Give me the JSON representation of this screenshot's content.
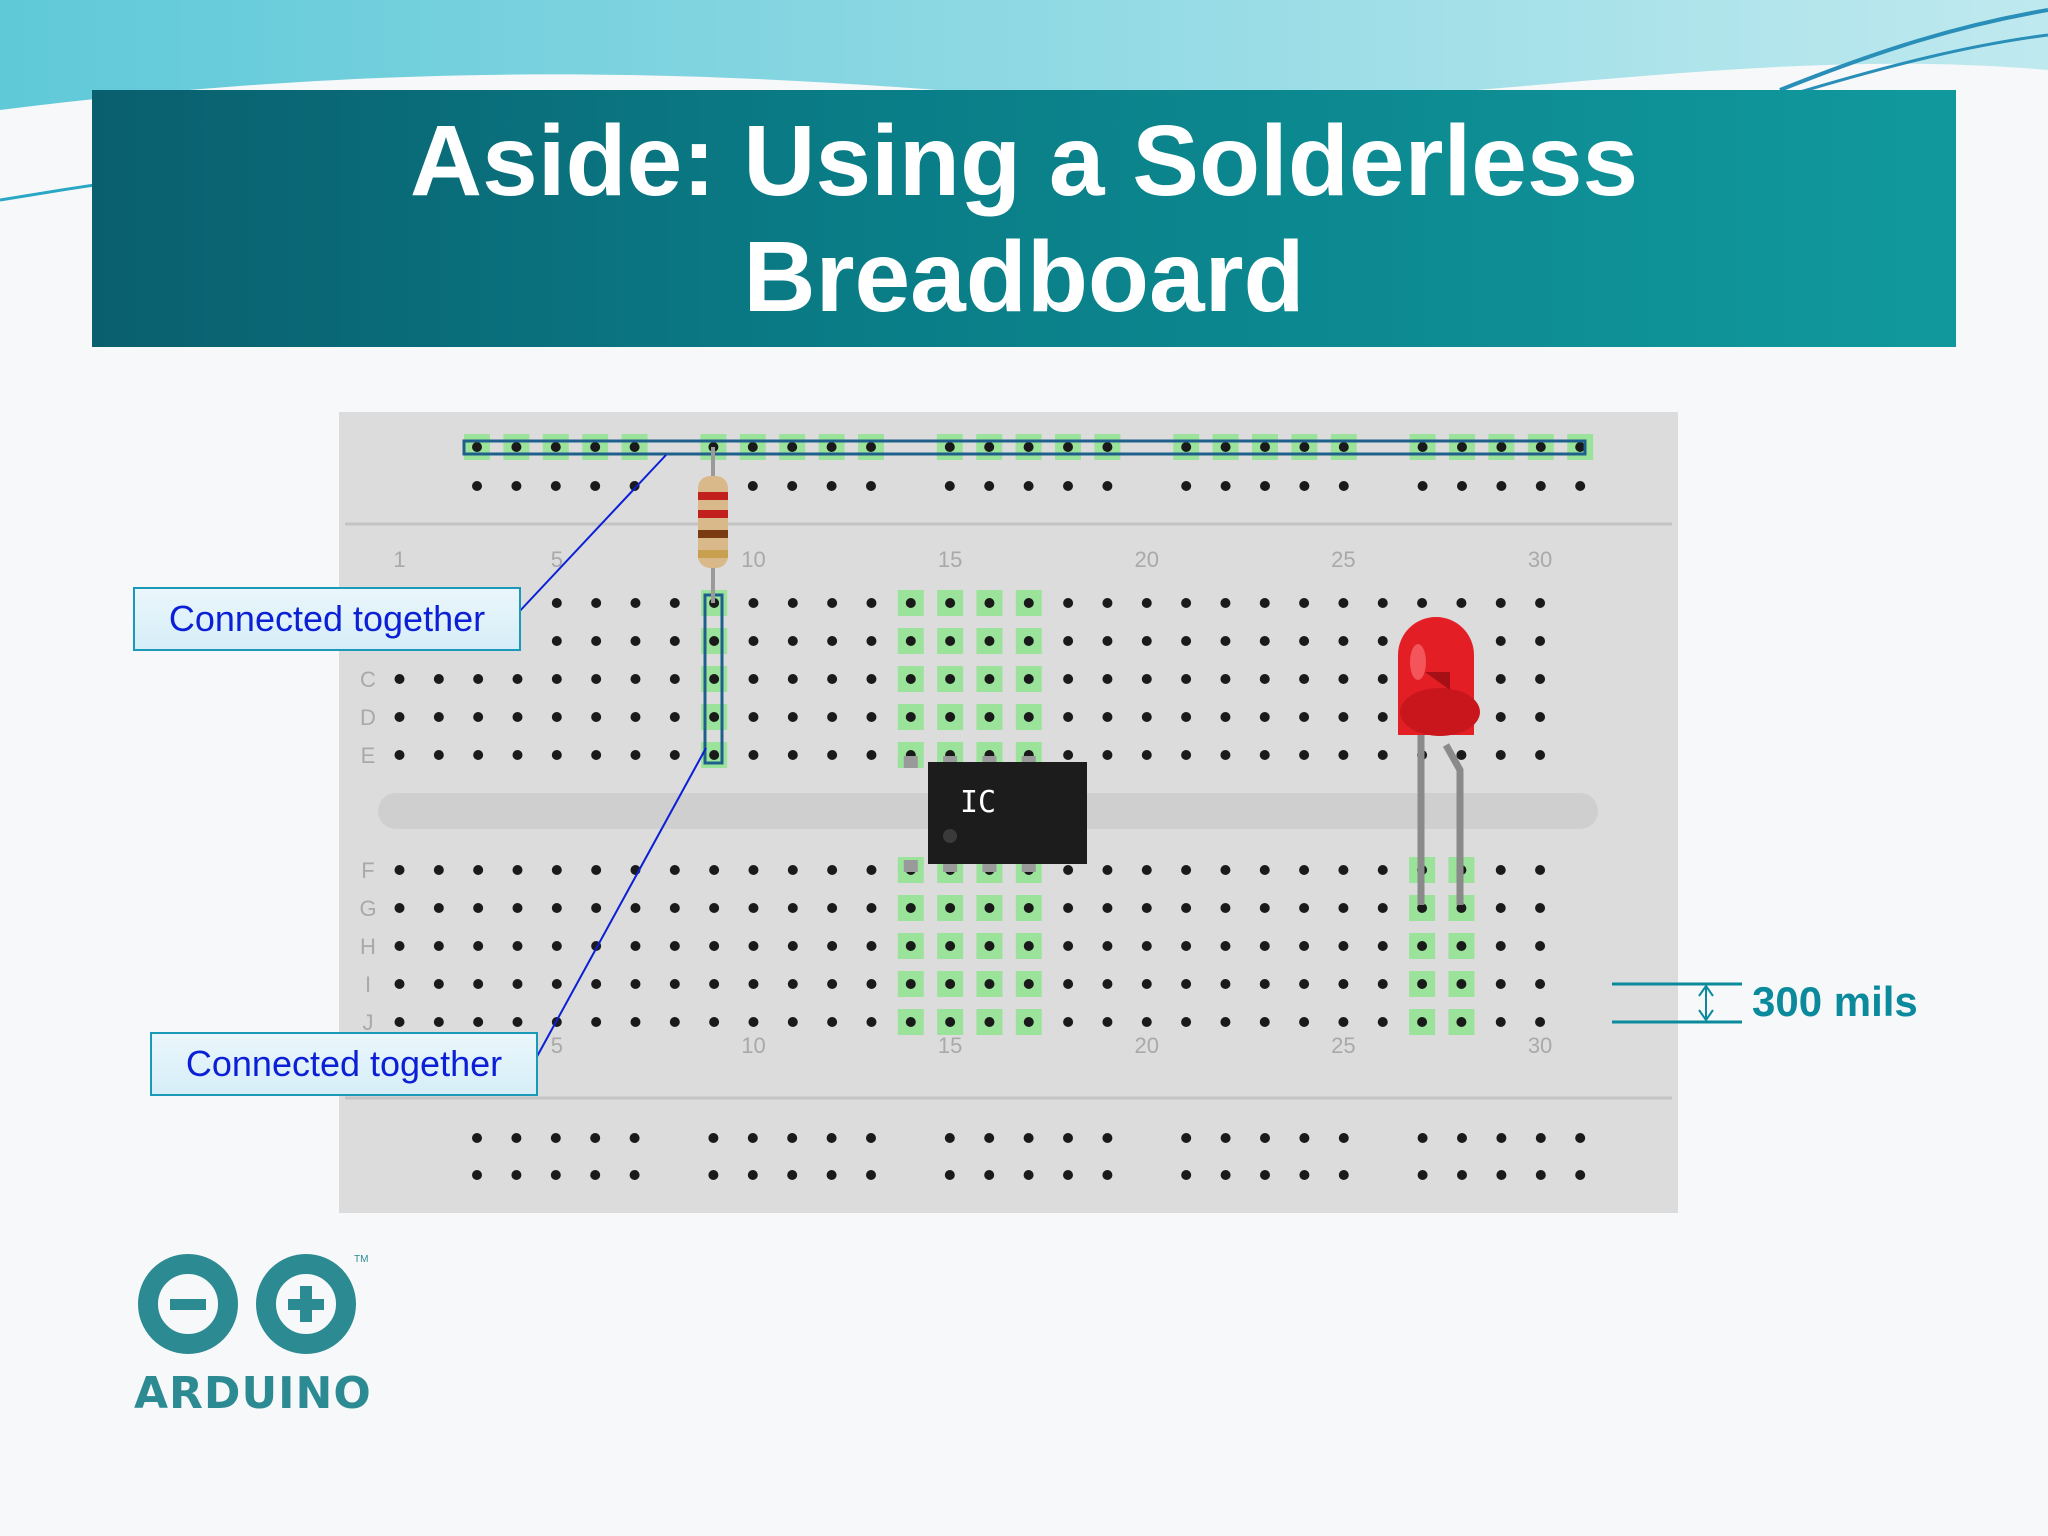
{
  "slide": {
    "title": "Aside:  Using a Solderless\nBreadboard"
  },
  "breadboard": {
    "column_numbers": [
      "1",
      "5",
      "10",
      "15",
      "20",
      "25",
      "30"
    ],
    "row_letters_top": [
      "C",
      "D",
      "E"
    ],
    "row_letters_bottom": [
      "F",
      "G",
      "H",
      "I",
      "J"
    ],
    "ic_label": "IC",
    "colors": {
      "board": "#dcdcdc",
      "highlight": "#9be39b",
      "hole": "#1a1a1a",
      "connector_outline": "#1f5f8b",
      "led": "#e31e24",
      "ic_body": "#1c1c1c",
      "leader_line": "#0b1fd6"
    }
  },
  "callouts": {
    "top": "Connected together",
    "bottom": "Connected together"
  },
  "dimension": {
    "label": "300 mils"
  },
  "logo": {
    "name": "arduino-logo",
    "wordmark": "ARDUINO"
  }
}
